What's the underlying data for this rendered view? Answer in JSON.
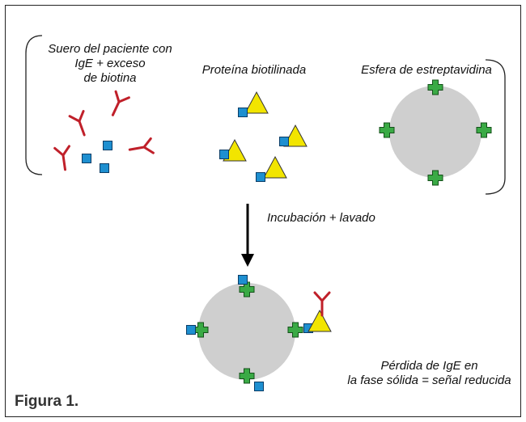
{
  "labels": {
    "serum_line1": "Suero del paciente con",
    "serum_line2": "IgE + exceso",
    "serum_line3": "de biotina",
    "protein": "Proteína biotilinada",
    "sphere": "Esfera de estreptavidina",
    "incubation": "Incubación + lavado",
    "result_line1": "Pérdida de IgE en",
    "result_line2": "la fase sólida = señal reducida"
  },
  "caption": "Figura 1.",
  "colors": {
    "antibody": "#c0202a",
    "biotin": "#1e8fd0",
    "protein": "#f2e500",
    "streptavidin": "#3aaa45",
    "sphere": "#cfcfcf"
  },
  "icons": [
    "antibody-icon",
    "biotin-icon",
    "protein-icon",
    "streptavidin-icon",
    "sphere-icon",
    "arrow-icon"
  ]
}
